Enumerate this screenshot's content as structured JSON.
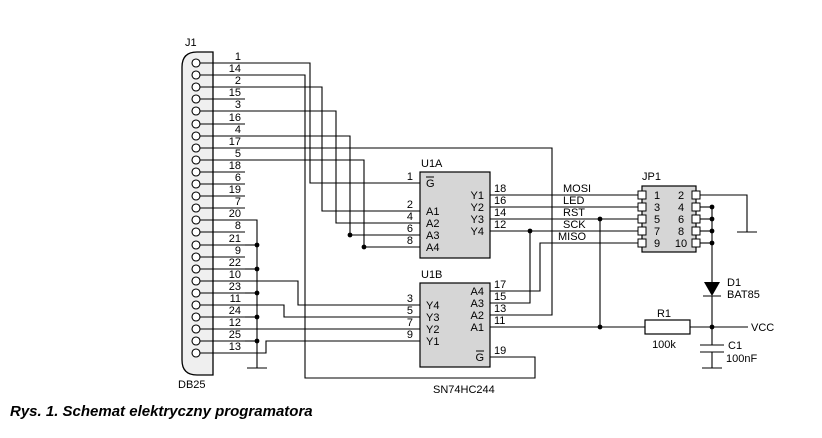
{
  "caption": "Rys. 1. Schemat elektryczny programatora",
  "j1": {
    "label": "J1",
    "type_label": "DB25",
    "pins": [
      "1",
      "14",
      "2",
      "15",
      "3",
      "16",
      "4",
      "17",
      "5",
      "18",
      "6",
      "19",
      "7",
      "20",
      "8",
      "21",
      "9",
      "22",
      "10",
      "23",
      "11",
      "24",
      "12",
      "25",
      "13"
    ]
  },
  "u1a": {
    "label": "U1A",
    "enable": {
      "pin": "1",
      "name": "G"
    },
    "inputs": [
      {
        "pin": "2",
        "name": "A1"
      },
      {
        "pin": "4",
        "name": "A2"
      },
      {
        "pin": "6",
        "name": "A3"
      },
      {
        "pin": "8",
        "name": "A4"
      }
    ],
    "outputs": [
      {
        "pin": "18",
        "name": "Y1"
      },
      {
        "pin": "16",
        "name": "Y2"
      },
      {
        "pin": "14",
        "name": "Y3"
      },
      {
        "pin": "12",
        "name": "Y4"
      }
    ]
  },
  "u1b": {
    "label": "U1B",
    "enable": {
      "pin": "19",
      "name": "G"
    },
    "outputs": [
      {
        "pin": "3",
        "name": "Y4"
      },
      {
        "pin": "5",
        "name": "Y3"
      },
      {
        "pin": "7",
        "name": "Y2"
      },
      {
        "pin": "9",
        "name": "Y1"
      }
    ],
    "inputs": [
      {
        "pin": "17",
        "name": "A4"
      },
      {
        "pin": "15",
        "name": "A3"
      },
      {
        "pin": "13",
        "name": "A2"
      },
      {
        "pin": "11",
        "name": "A1"
      }
    ]
  },
  "ic_part": "SN74HC244",
  "signals": {
    "mosi": "MOSI",
    "led": "LED",
    "rst": "RST",
    "sck": "SCK",
    "miso": "MISO"
  },
  "jp1": {
    "label": "JP1",
    "pins_left": [
      "1",
      "3",
      "5",
      "7",
      "9"
    ],
    "pins_right": [
      "2",
      "4",
      "6",
      "8",
      "10"
    ]
  },
  "components": {
    "d1": {
      "ref": "D1",
      "value": "BAT85"
    },
    "r1": {
      "ref": "R1",
      "value": "100k"
    },
    "c1": {
      "ref": "C1",
      "value": "100nF"
    }
  },
  "power": {
    "vcc": "VCC"
  }
}
